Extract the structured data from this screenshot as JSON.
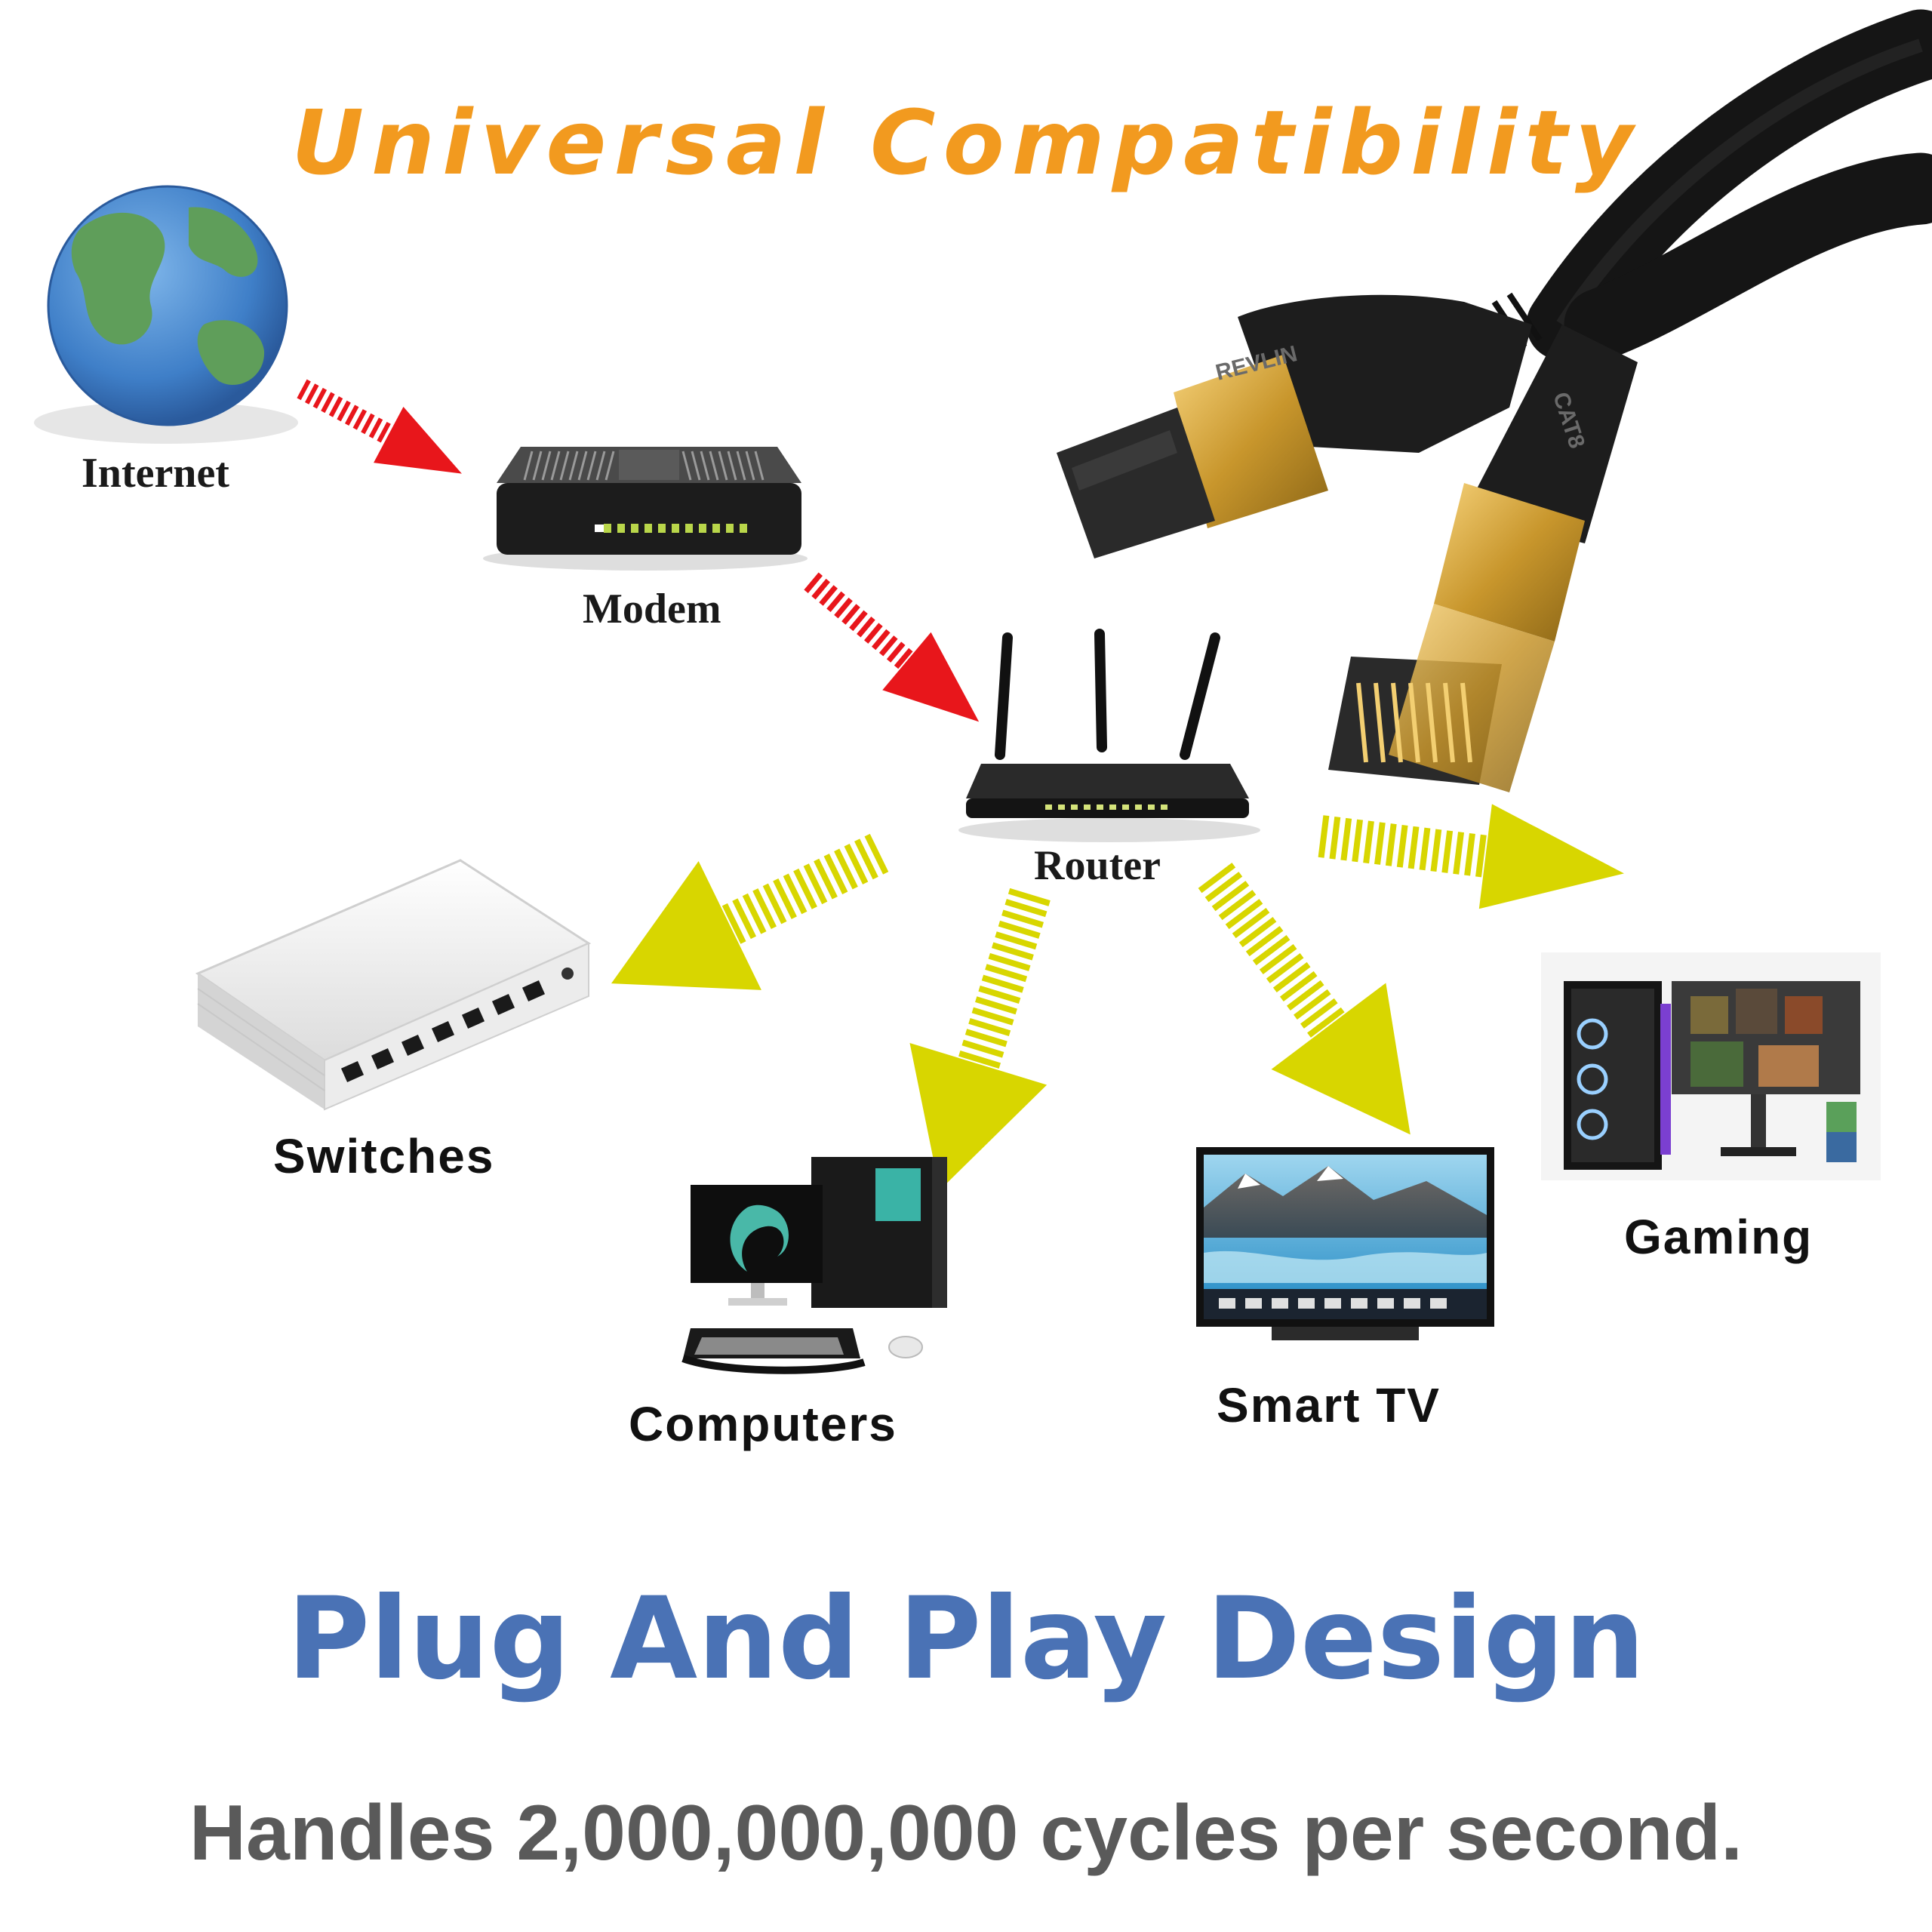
{
  "title": "Universal Compatibility",
  "labels": {
    "internet": "Internet",
    "modem": "Modem",
    "router": "Router",
    "switches": "Switches",
    "computers": "Computers",
    "smart_tv": "Smart TV",
    "gaming": "Gaming"
  },
  "cable": {
    "plug_left_text": "REVLIN",
    "plug_right_text": "CAT8"
  },
  "headline": "Plug And Play Design",
  "subline": "Handles 2,000,000,000 cycles per second.",
  "colors": {
    "title": "#f29a1f",
    "upstream_arrow": "#e8161b",
    "downstream_arrow": "#d8d600",
    "headline": "#4a72b5",
    "subline": "#5a5a5a"
  }
}
